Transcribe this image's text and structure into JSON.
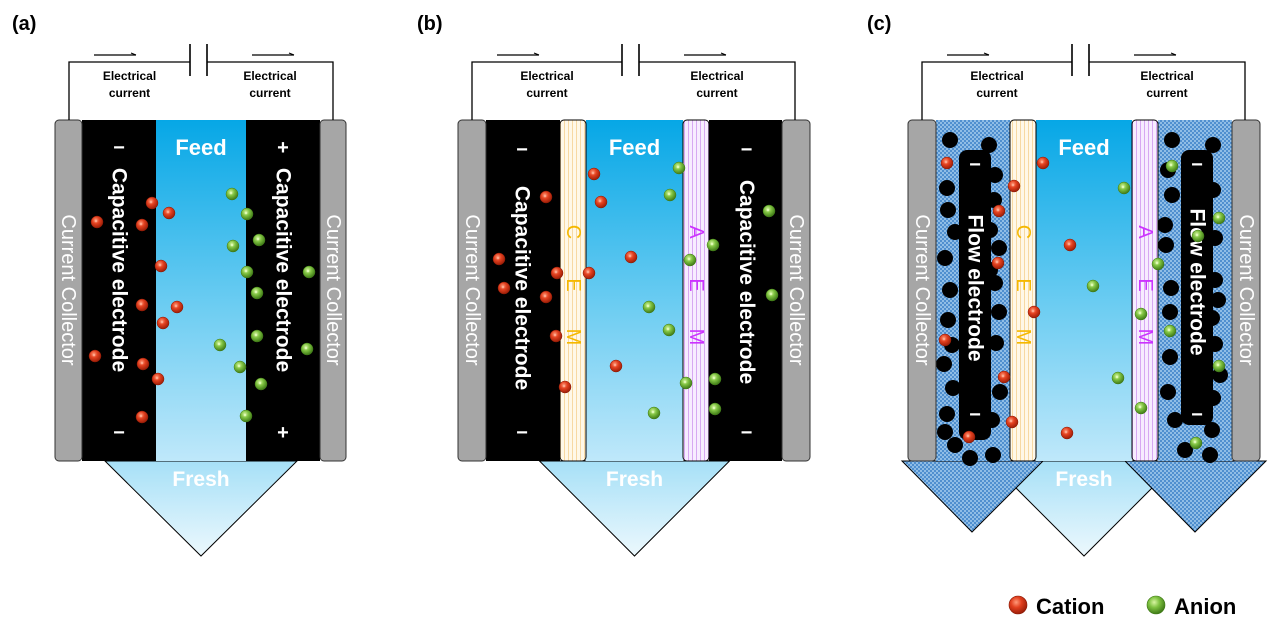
{
  "panels": [
    {
      "id": "a",
      "label": "(a)",
      "current_left": [
        "Electrical",
        "current"
      ],
      "current_right": [
        "Electrical",
        "current"
      ],
      "feed": "Feed",
      "fresh": "Fresh",
      "collector_left": "Current Collector",
      "collector_right": "Current Collector",
      "electrode_left": "Capacitive electrode",
      "electrode_right": "Capacitive electrode",
      "sign_left": "−",
      "sign_right": "+",
      "membrane_left": null,
      "membrane_right": null,
      "type": "capacitive"
    },
    {
      "id": "b",
      "label": "(b)",
      "current_left": [
        "Electrical",
        "current"
      ],
      "current_right": [
        "Electrical",
        "current"
      ],
      "feed": "Feed",
      "fresh": "Fresh",
      "collector_left": "Current Collector",
      "collector_right": "Current Collector",
      "electrode_left": "Capacitive electrode",
      "electrode_right": "Capacitive electrode",
      "sign_left": "−",
      "sign_right": "−",
      "membrane_left": "CEM",
      "membrane_right": "AEM",
      "type": "membrane-capacitive"
    },
    {
      "id": "c",
      "label": "(c)",
      "current_left": [
        "Electrical",
        "current"
      ],
      "current_right": [
        "Electrical",
        "current"
      ],
      "feed": "Feed",
      "fresh": "Fresh",
      "collector_left": "Current Collector",
      "collector_right": "Current Collector",
      "electrode_left": "Flow  electrode",
      "electrode_right": "Flow  electrode",
      "sign_left": "−",
      "sign_right": "−",
      "membrane_left": "CEM",
      "membrane_right": "AEM",
      "type": "flow"
    }
  ],
  "legend": {
    "cation": "Cation",
    "anion": "Anion"
  },
  "colors": {
    "feed_top": "#0aa8e6",
    "feed_bottom": "#e6f6fd",
    "electrode": "#000000",
    "collector": "#a6a6a6",
    "cation": "#d9381e",
    "anion": "#7cc242",
    "cem_text": "#f5b800",
    "aem_text": "#cc33ff",
    "flow_slurry": "#6fa8dc"
  }
}
